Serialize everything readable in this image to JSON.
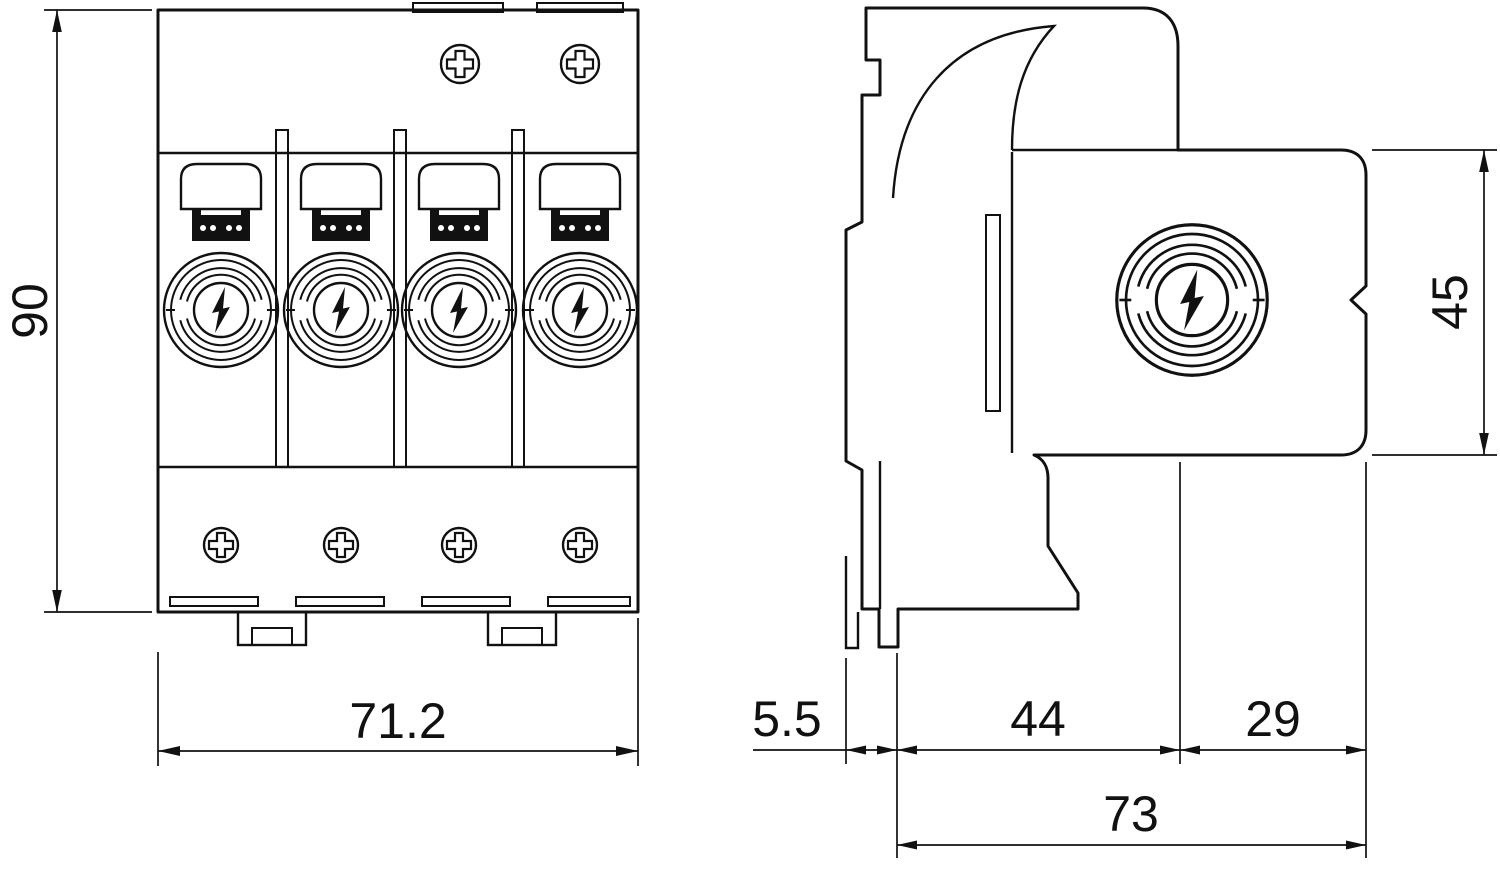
{
  "drawing": {
    "line_color": "#111111",
    "dimensions": {
      "front_height": "90",
      "front_width": "71.2",
      "side_module_height": "45",
      "side_rail_plate": "5.5",
      "side_base_depth": "44",
      "side_module_depth": "29",
      "side_total_depth": "73"
    }
  }
}
